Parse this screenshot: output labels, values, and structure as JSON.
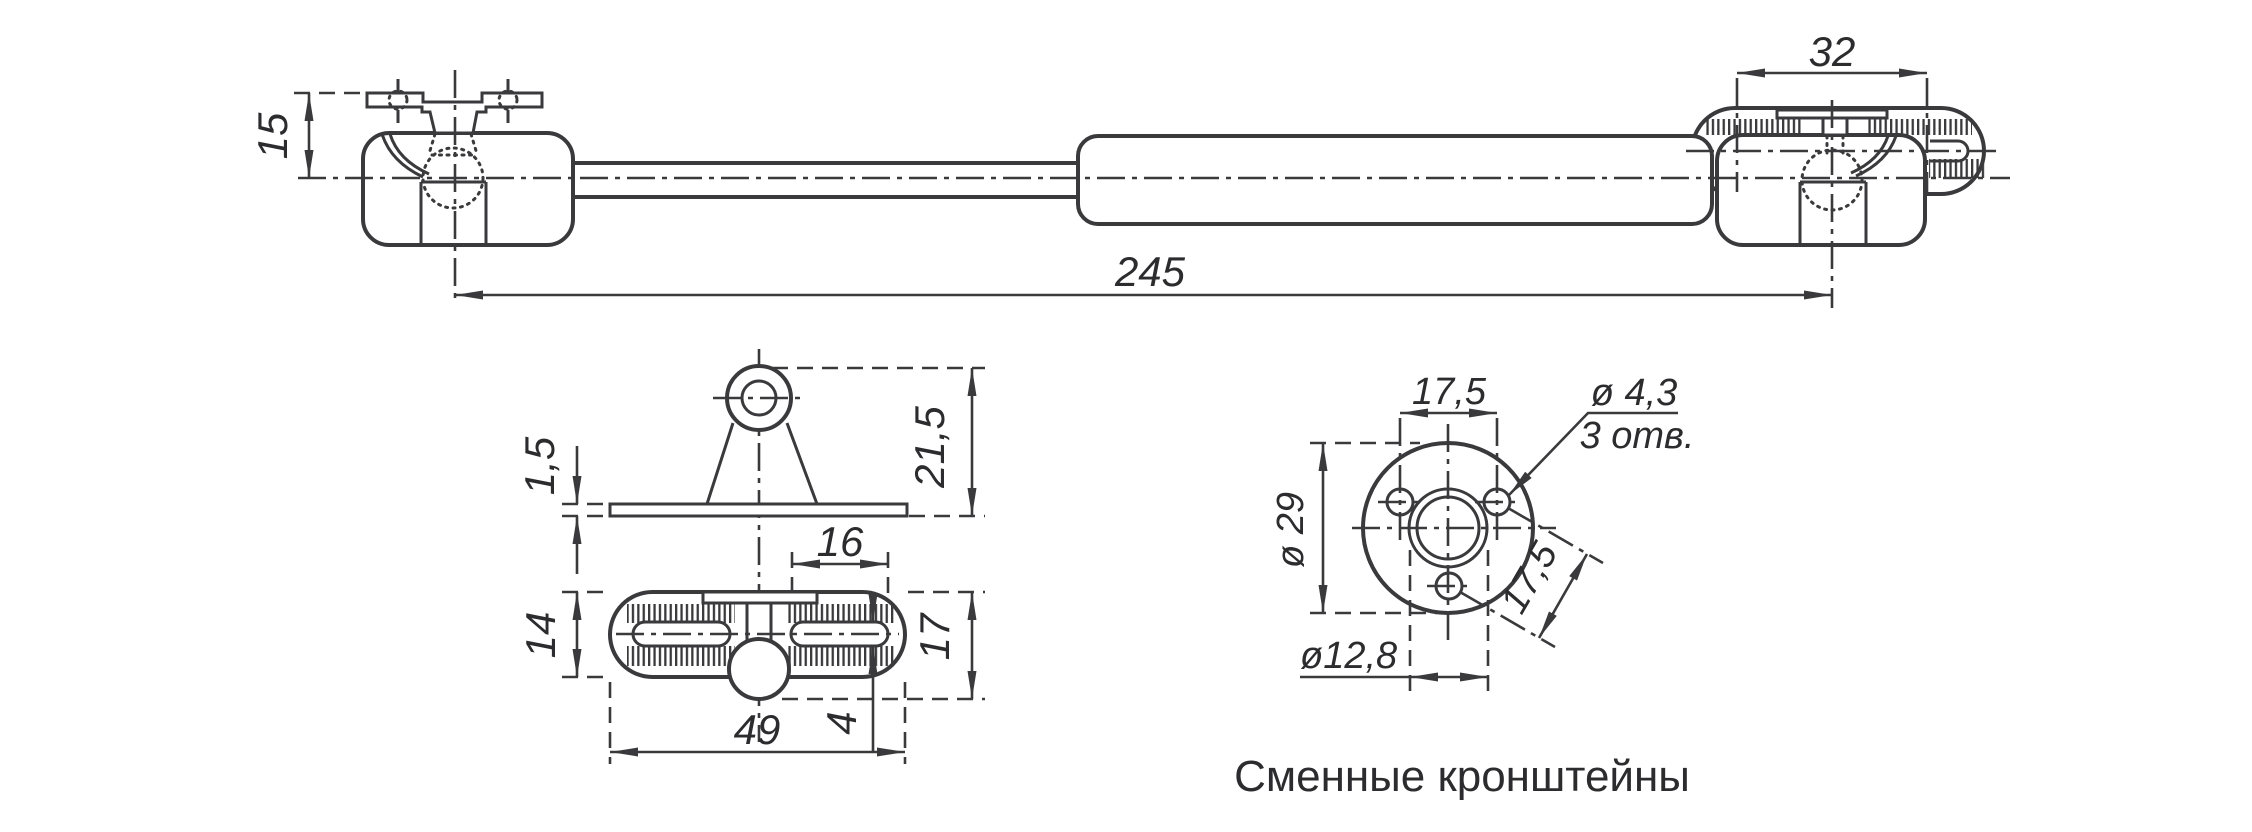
{
  "colors": {
    "background": "#ffffff",
    "line": "#3a3a3c",
    "text": "#2c2c2e"
  },
  "caption": "Сменные кронштейны",
  "views": {
    "assembly": {
      "title": "gas-strut-assembly",
      "dims": {
        "height": "15",
        "bracket_width": "32",
        "total_length": "245"
      }
    },
    "eye_bracket_side": {
      "dims": {
        "plate_thickness": "1,5",
        "height": "21,5",
        "slot_offset": "16"
      }
    },
    "clamp_bracket_plan": {
      "dims": {
        "width": "14",
        "height": "17",
        "length": "49",
        "slot_width": "4"
      }
    },
    "flange_bracket": {
      "dims": {
        "hole_spacing": "17,5",
        "hole_diameter": "ø 4,3",
        "holes_count": "3 отв.",
        "outer_diameter": "ø 29",
        "bore_diameter": "ø12,8",
        "diagonal_spacing": "17,5"
      }
    }
  }
}
